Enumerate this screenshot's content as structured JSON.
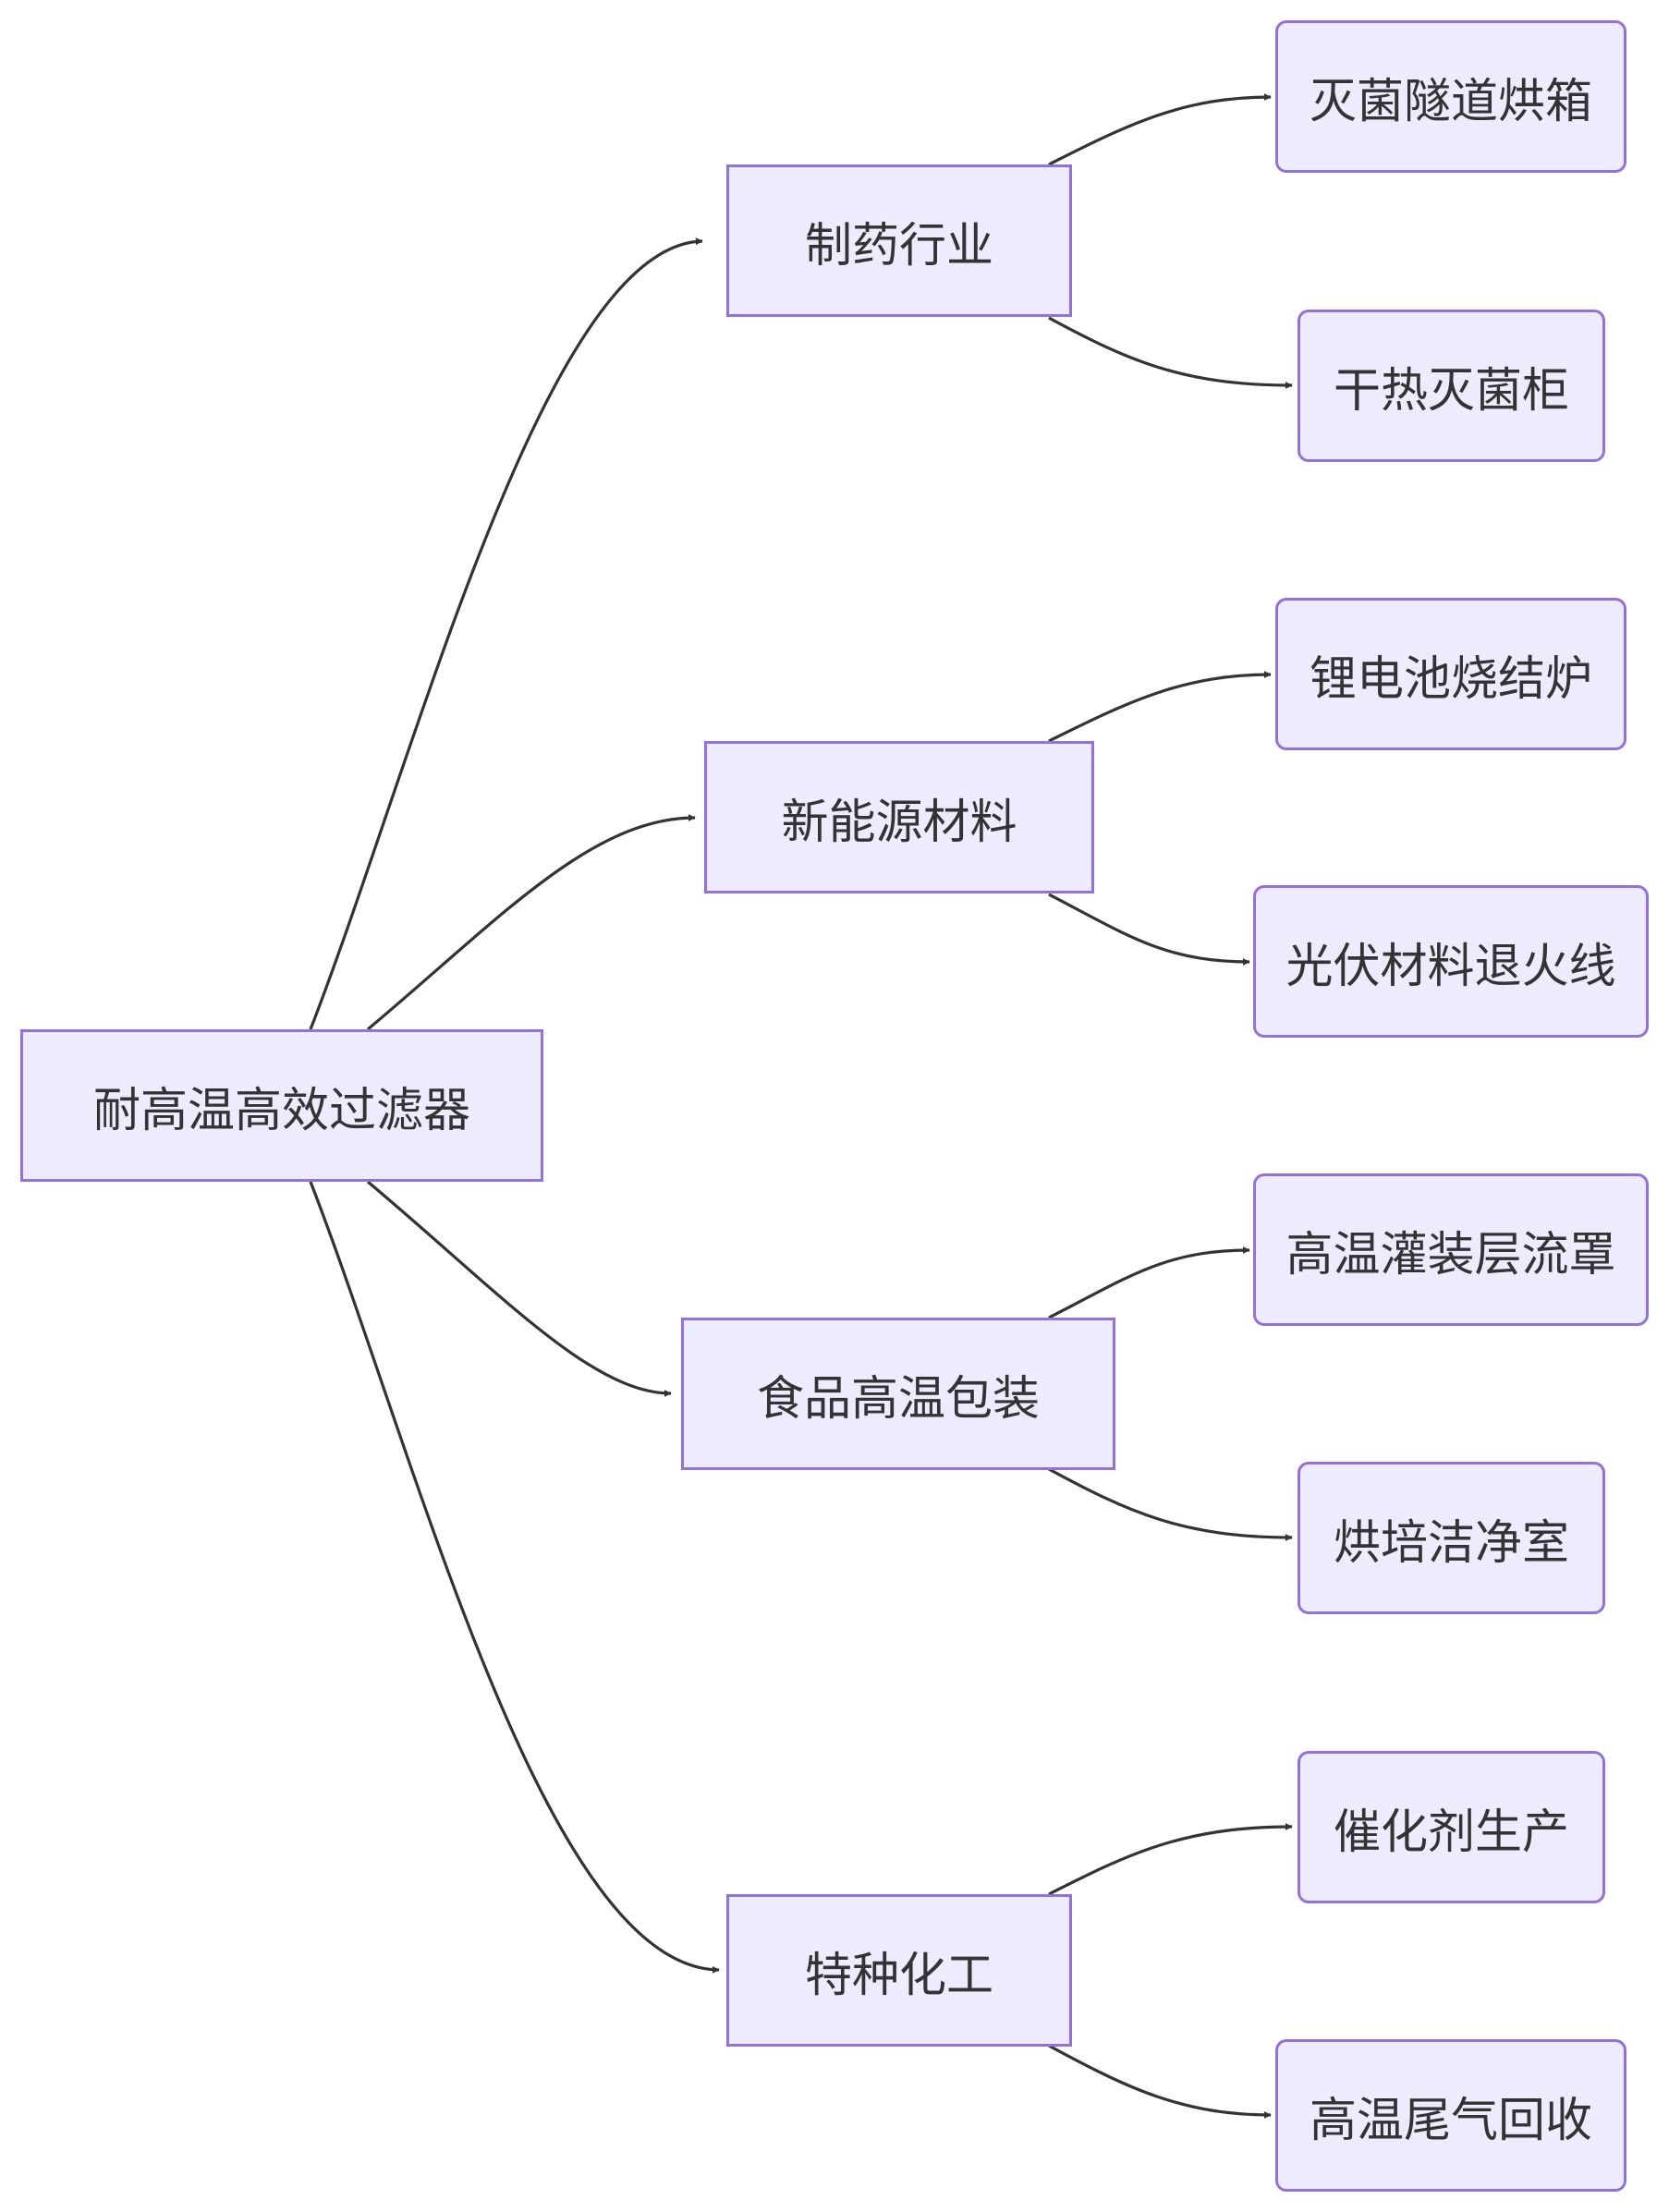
{
  "diagram": {
    "root": {
      "id": "root",
      "label": "耐高温高效过滤器"
    },
    "categories": [
      {
        "id": "pharma",
        "label": "制药行业",
        "children": [
          {
            "id": "pharma-1",
            "label": "灭菌隧道烘箱"
          },
          {
            "id": "pharma-2",
            "label": "干热灭菌柜"
          }
        ]
      },
      {
        "id": "energy",
        "label": "新能源材料",
        "children": [
          {
            "id": "energy-1",
            "label": "锂电池烧结炉"
          },
          {
            "id": "energy-2",
            "label": "光伏材料退火线"
          }
        ]
      },
      {
        "id": "food",
        "label": "食品高温包装",
        "children": [
          {
            "id": "food-1",
            "label": "高温灌装层流罩"
          },
          {
            "id": "food-2",
            "label": "烘培洁净室"
          }
        ]
      },
      {
        "id": "chem",
        "label": "特种化工",
        "children": [
          {
            "id": "chem-1",
            "label": "催化剂生产"
          },
          {
            "id": "chem-2",
            "label": "高温尾气回收"
          }
        ]
      }
    ],
    "colors": {
      "node_fill": "#ececfe",
      "node_border": "#9370db",
      "text": "#333333",
      "edge": "#333333"
    }
  }
}
